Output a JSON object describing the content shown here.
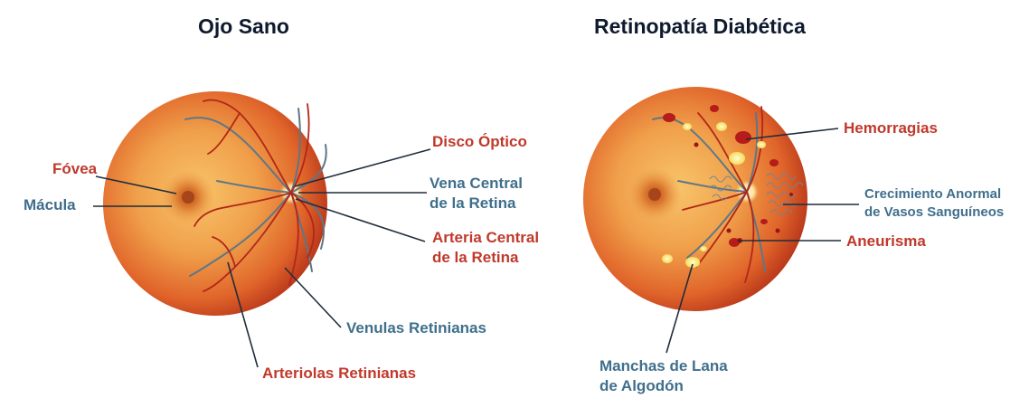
{
  "healthy": {
    "title": "Ojo Sano",
    "labels": {
      "fovea": "Fóvea",
      "macula": "Mácula",
      "disco": "Disco Óptico",
      "vena_1": "Vena Central",
      "vena_2": "de la Retina",
      "arteria_1": "Arteria Central",
      "arteria_2": "de la Retina",
      "venulas": "Venulas Retinianas",
      "arteriolas": "Arteriolas Retinianas"
    }
  },
  "diabetic": {
    "title": "Retinopatía Diabética",
    "labels": {
      "hemorragias": "Hemorragias",
      "crecimiento_1": "Crecimiento Anormal",
      "crecimiento_2": "de Vasos Sanguíneos",
      "aneurisma": "Aneurisma",
      "manchas_1": "Manchas de Lana",
      "manchas_2": "de Algodón"
    }
  },
  "colors": {
    "label_red": "#c0392b",
    "label_blue": "#3f6f8c",
    "title": "#0f1a2e",
    "retina_outer": "#c9331a",
    "retina_inner": "#f3a548"
  }
}
